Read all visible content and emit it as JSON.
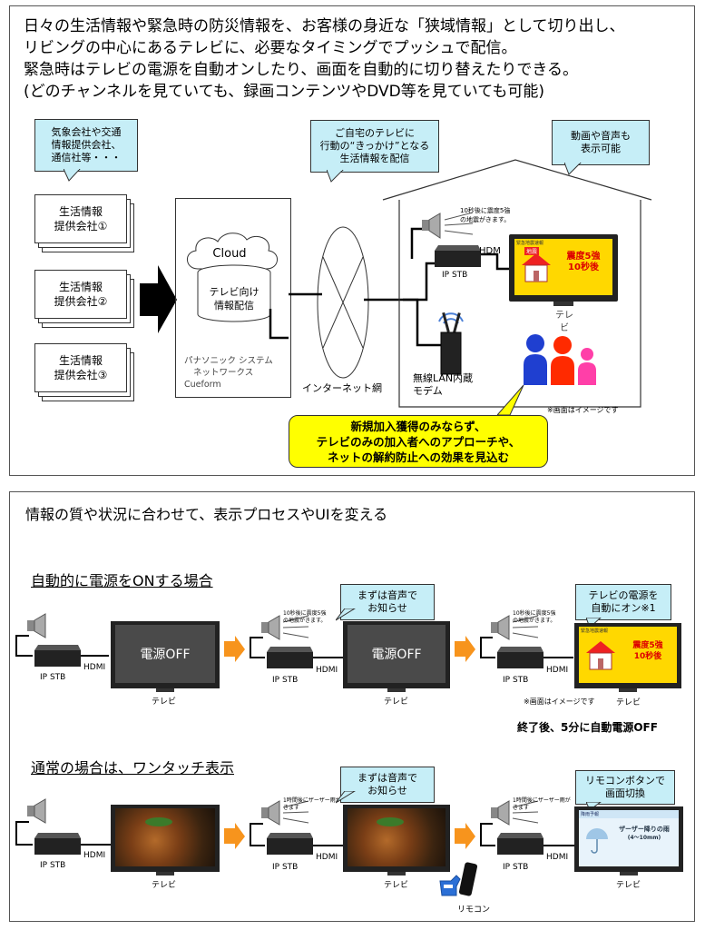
{
  "intro": [
    "日々の生活情報や緊急時の防災情報を、お客様の身近な「狭域情報」として切り出し、",
    "リビングの中心にあるテレビに、必要なタイミングでプッシュで配信。",
    "緊急時はテレビの電源を自動オンしたり、画面を自動的に切り替えたりできる。",
    "(どのチャンネルを見ていても、録画コンテンツやDVD等を見ていても可能)"
  ],
  "top": {
    "callout_providers": [
      "気象会社や交通",
      "情報提供会社、",
      "通信社等・・・"
    ],
    "providers": [
      [
        "生活情報",
        "提供会社①"
      ],
      [
        "生活情報",
        "提供会社②"
      ],
      [
        "生活情報",
        "提供会社③"
      ]
    ],
    "cloud_label": "Cloud",
    "db_label": [
      "テレビ向け",
      "情報配信"
    ],
    "company": [
      "パナソニック システム",
      "ネットワークス",
      "Cueform"
    ],
    "internet": "インターネット網",
    "callout_kikkake": [
      "ご自宅のテレビに",
      "行動の“きっかけ”となる",
      "生活情報を配信"
    ],
    "callout_video": [
      "動画や音声も",
      "表示可能"
    ],
    "speaker_text": [
      "10秒後に震度5強",
      "の地震がきます。"
    ],
    "hdmi": "HDM",
    "stb": "IP STB",
    "tv": [
      "テレ",
      "ビ"
    ],
    "modem": [
      "無線LAN内蔵",
      "モデム"
    ],
    "image_note": "※画面はイメージです",
    "alert_title": "緊急地震速報",
    "alert_main": [
      "震度5強",
      "10秒後"
    ],
    "alert_badge": "地震",
    "callout_benefit": [
      "新規加入獲得のみならず、",
      "テレビのみの加入者へのアプローチや、",
      "ネットの解約防止への効果を見込む"
    ]
  },
  "bottom": {
    "heading": "情報の質や状況に合わせて、表示プロセスやUIを変える",
    "auto_heading": "自動的に電源をONする場合",
    "normal_heading": "通常の場合は、ワンタッチ表示",
    "stb": "IP STB",
    "hdmi": "HDMI",
    "tv": "テレビ",
    "power_off": "電源OFF",
    "callout_audio": [
      "まずは音声で",
      "お知らせ"
    ],
    "callout_power": [
      "テレビの電源を",
      "自動にオン※1"
    ],
    "callout_remote": [
      "リモコンボタンで",
      "画面切換"
    ],
    "speaker_eq": [
      "10秒後に震度5強",
      "の地震がきます。"
    ],
    "speaker_rain": [
      "1時間後にザーザー雨が",
      "きます"
    ],
    "image_note": "※画面はイメージです",
    "auto_off": "終了後、5分に自動電源OFF",
    "remote": "リモコン",
    "alert_title": "緊急地震速報",
    "alert_main": [
      "震度5強",
      "10秒後"
    ],
    "rain_title": "降雨予報",
    "rain_main": [
      "ザーザー降りの雨",
      "(4～10mm)"
    ]
  },
  "colors": {
    "callout_cyan": "#c6eef7",
    "callout_yellow": "#ffff00",
    "arrow_orange": "#f7941d",
    "person_blue": "#1f3fd0",
    "person_red": "#ff2a00",
    "person_pink": "#ff3fa8"
  }
}
